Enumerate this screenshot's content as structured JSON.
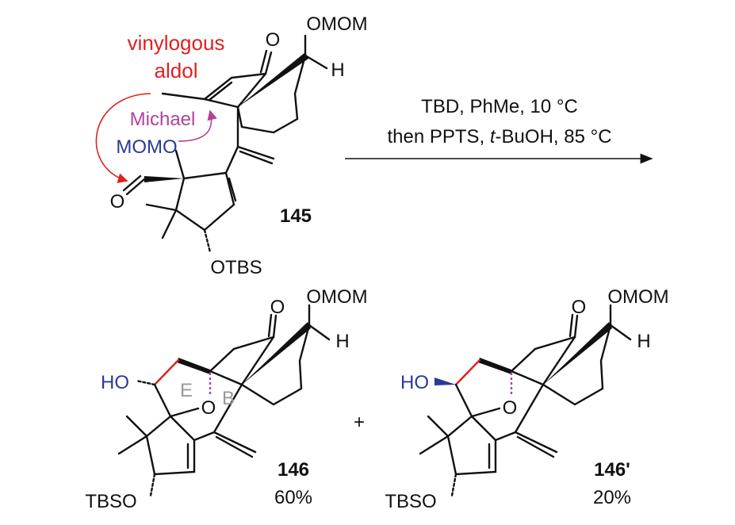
{
  "colors": {
    "red": "#e02020",
    "magenta": "#b0449a",
    "blue": "#2a3a9a",
    "grey": "#9a9a9a",
    "black": "#111111"
  },
  "annotations": {
    "vinylogous": "vinylogous",
    "aldol": "aldol",
    "michael": "Michael"
  },
  "reactant": {
    "id": "145",
    "omom": "OMOM",
    "h": "H",
    "ketone_o": "O",
    "momo": "MOMO",
    "aldehyde_o": "O",
    "otbs": "OTBS"
  },
  "conditions": {
    "line1": "TBD, PhMe, 10 °C",
    "line2_a": "then PPTS, ",
    "line2_italic": "t",
    "line2_b": "-BuOH, 85 °C"
  },
  "product1": {
    "id": "146",
    "yield": "60%",
    "omom": "OMOM",
    "h": "H",
    "ketone_o": "O",
    "ho": "HO",
    "ring_o": "O",
    "ring_e": "E",
    "ring_b": "B",
    "tbso": "TBSO"
  },
  "plus": "+",
  "product2": {
    "id": "146'",
    "yield": "20%",
    "omom": "OMOM",
    "h": "H",
    "ketone_o": "O",
    "ho": "HO",
    "ring_o": "O",
    "tbso": "TBSO"
  }
}
